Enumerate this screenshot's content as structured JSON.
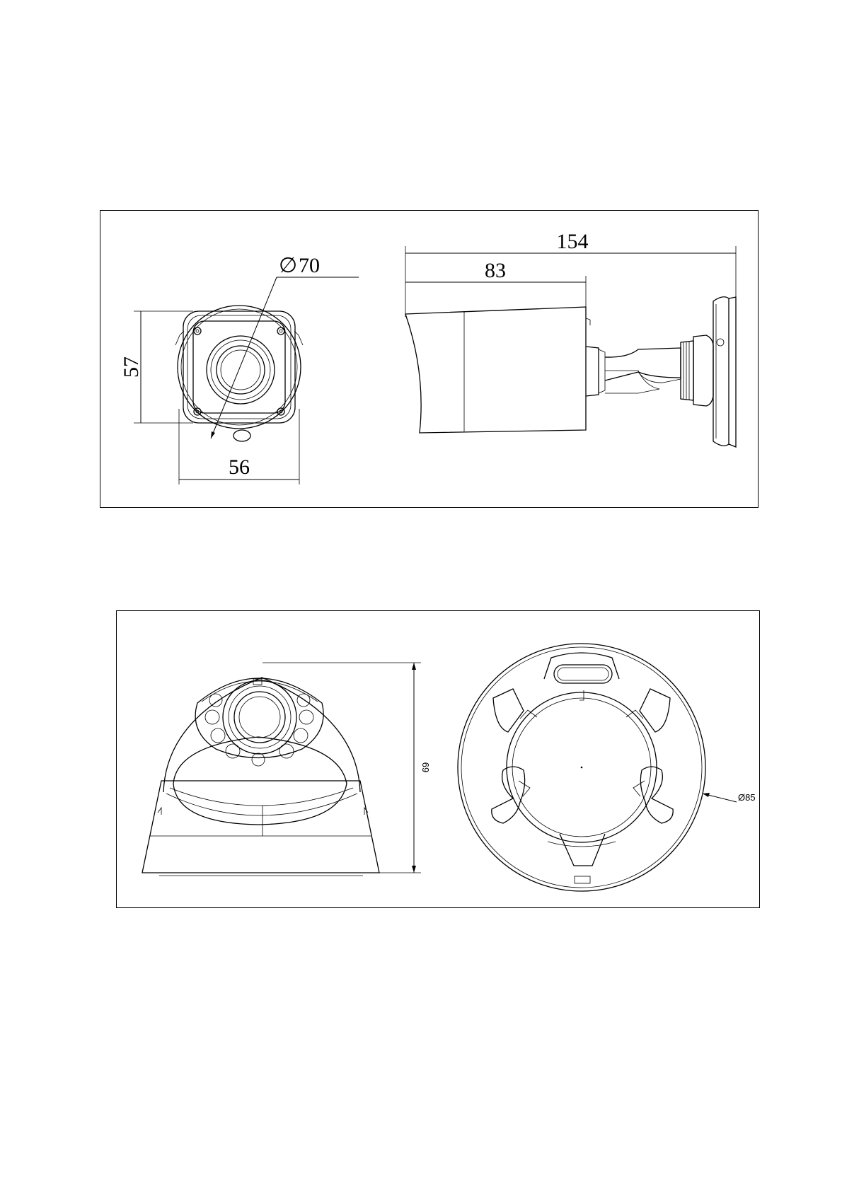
{
  "bullet_drawing": {
    "diameter_symbol": "∅",
    "diameter_value": "70",
    "height_dim": "57",
    "width_dim": "56",
    "total_length_dim": "154",
    "body_length_dim": "83"
  },
  "dome_drawing": {
    "height_dim": "69",
    "base_diameter_dim": "Ø85"
  }
}
